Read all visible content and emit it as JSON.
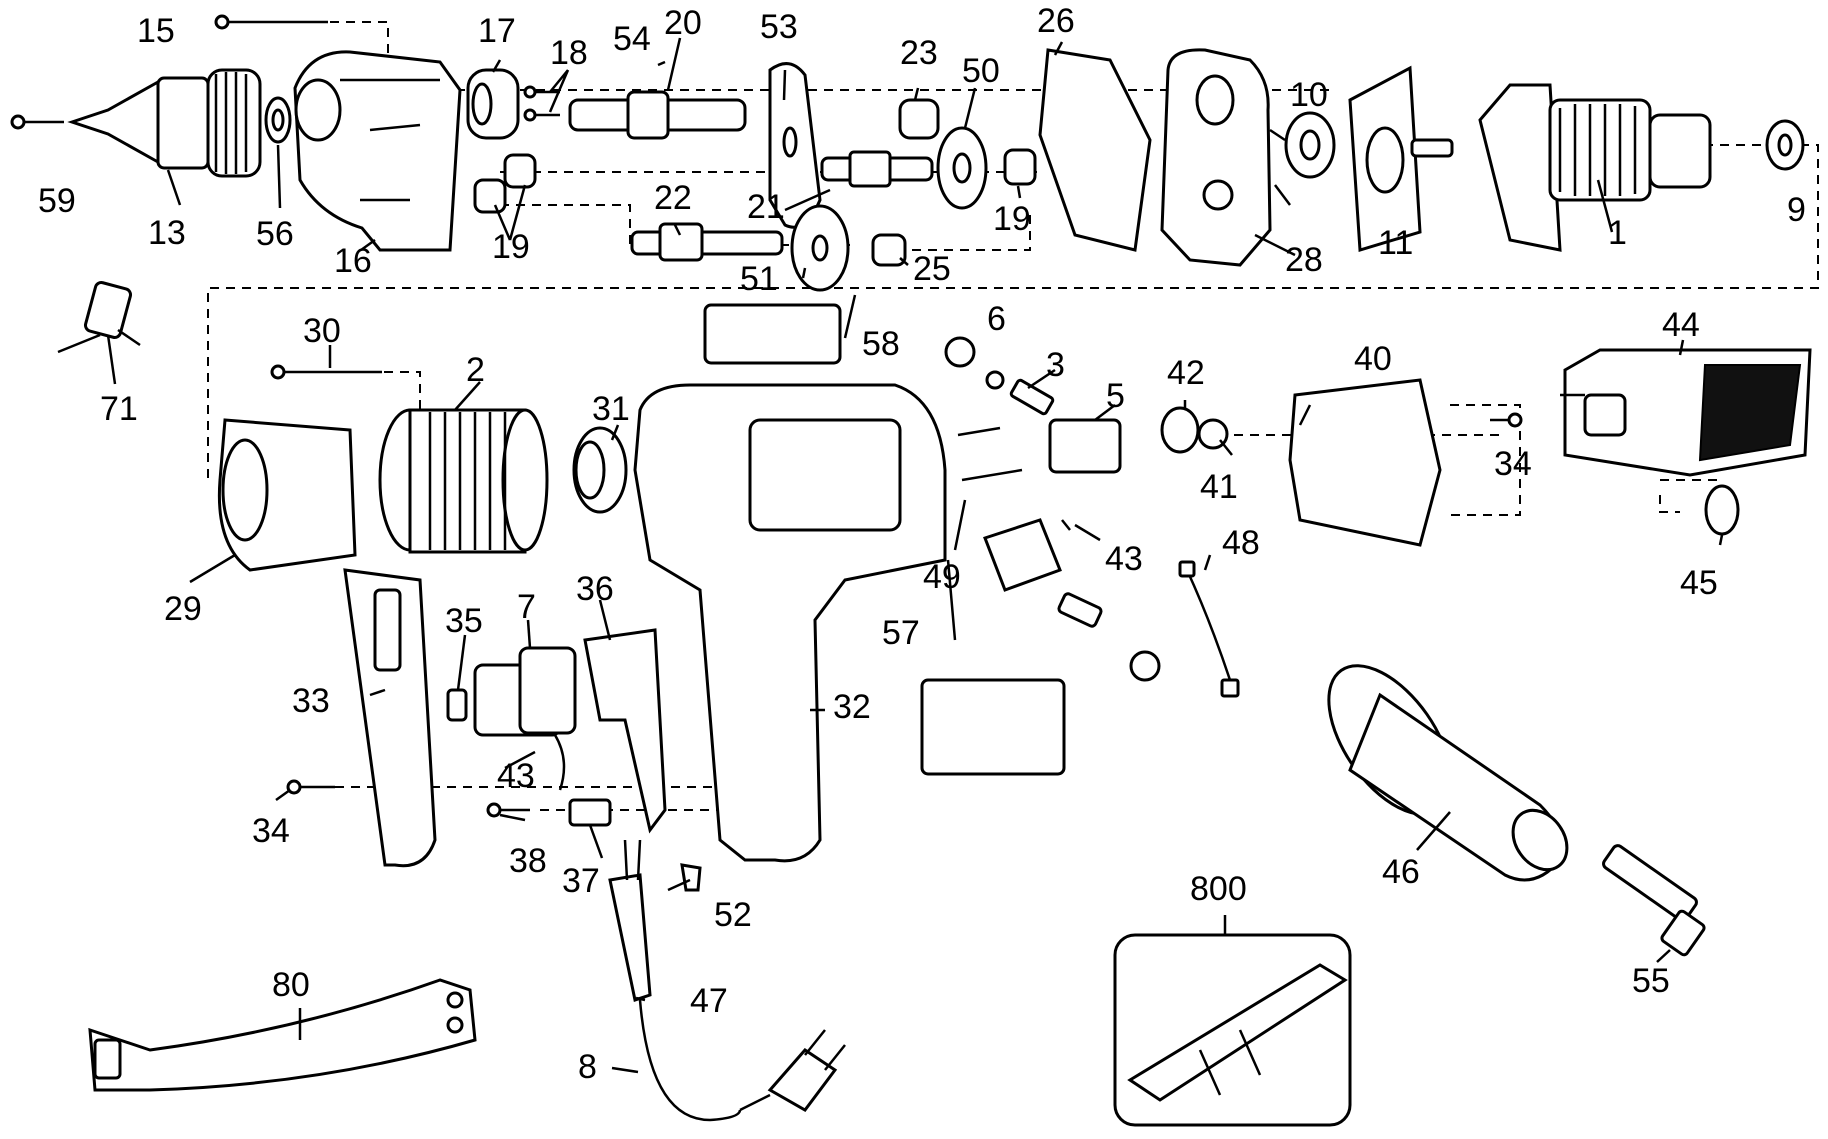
{
  "labels": {
    "l1": "1",
    "l2": "2",
    "l3": "3",
    "l5": "5",
    "l6": "6",
    "l7": "7",
    "l8": "8",
    "l9": "9",
    "l10": "10",
    "l11": "11",
    "l13": "13",
    "l15": "15",
    "l16": "16",
    "l17": "17",
    "l18": "18",
    "l19a": "19",
    "l19b": "19",
    "l20": "20",
    "l21": "21",
    "l22": "22",
    "l23": "23",
    "l25": "25",
    "l26": "26",
    "l28": "28",
    "l29": "29",
    "l30": "30",
    "l31": "31",
    "l32": "32",
    "l33": "33",
    "l34a": "34",
    "l34b": "34",
    "l35": "35",
    "l36": "36",
    "l37": "37",
    "l38": "38",
    "l40": "40",
    "l41": "41",
    "l42": "42",
    "l43a": "43",
    "l43b": "43",
    "l44": "44",
    "l45": "45",
    "l46": "46",
    "l47": "47",
    "l48": "48",
    "l49": "49",
    "l50": "50",
    "l51": "51",
    "l52": "52",
    "l53": "53",
    "l54": "54",
    "l55": "55",
    "l56": "56",
    "l57": "57",
    "l58": "58",
    "l59": "59",
    "l71": "71",
    "l80": "80",
    "l800": "800"
  }
}
